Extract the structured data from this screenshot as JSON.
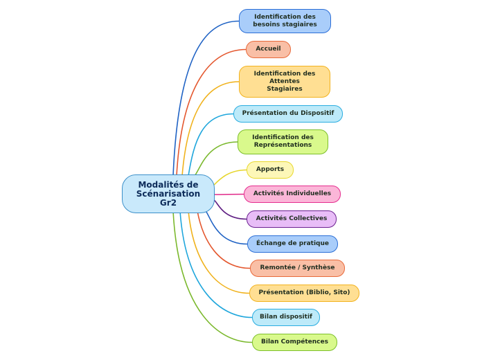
{
  "central": {
    "label": "Modalités de\nScénarisation\nGr2"
  },
  "branches": [
    {
      "id": "besoins",
      "label": "Identification des\nbesoins stagiaires",
      "fill": "#a9cdfa",
      "stroke": "#2a6ed6",
      "line": "#1f62c4"
    },
    {
      "id": "accueil",
      "label": "Accueil",
      "fill": "#f9bfa6",
      "stroke": "#e8693a",
      "line": "#e4572e"
    },
    {
      "id": "attentes",
      "label": "Identification des\nAttentes\nStagiaires",
      "fill": "#ffdf93",
      "stroke": "#f2b21e",
      "line": "#f0b21c"
    },
    {
      "id": "dispositif",
      "label": "Présentation du Dispositif",
      "fill": "#bdeaf9",
      "stroke": "#28ace0",
      "line": "#1ea6dc"
    },
    {
      "id": "representations",
      "label": "Identification des\nReprésentations",
      "fill": "#d9f98c",
      "stroke": "#7cbf2a",
      "line": "#7ab82c"
    },
    {
      "id": "apports",
      "label": "Apports",
      "fill": "#fdf7b8",
      "stroke": "#e8d82a",
      "line": "#e6d52a"
    },
    {
      "id": "individuelles",
      "label": "Activités Individuelles",
      "fill": "#fbb6d8",
      "stroke": "#e52c8e",
      "line": "#e02888"
    },
    {
      "id": "collectives",
      "label": "Activités Collectives",
      "fill": "#e8bdf7",
      "stroke": "#6b2090",
      "line": "#5e1d82"
    },
    {
      "id": "echange",
      "label": "Échange de pratique",
      "fill": "#a9cdfa",
      "stroke": "#2a6ed6",
      "line": "#1f62c4"
    },
    {
      "id": "remontee",
      "label": "Remontée / Synthèse",
      "fill": "#f9bfa6",
      "stroke": "#e8693a",
      "line": "#e4572e"
    },
    {
      "id": "biblio",
      "label": "Présentation (Biblio, Sito)",
      "fill": "#ffdf93",
      "stroke": "#f2b21e",
      "line": "#f0b21c"
    },
    {
      "id": "bilan-dispositif",
      "label": "Bilan dispositif",
      "fill": "#bdeaf9",
      "stroke": "#28ace0",
      "line": "#1ea6dc"
    },
    {
      "id": "bilan-competences",
      "label": "Bilan Compétences",
      "fill": "#d9f98c",
      "stroke": "#7cbf2a",
      "line": "#7ab82c"
    }
  ]
}
